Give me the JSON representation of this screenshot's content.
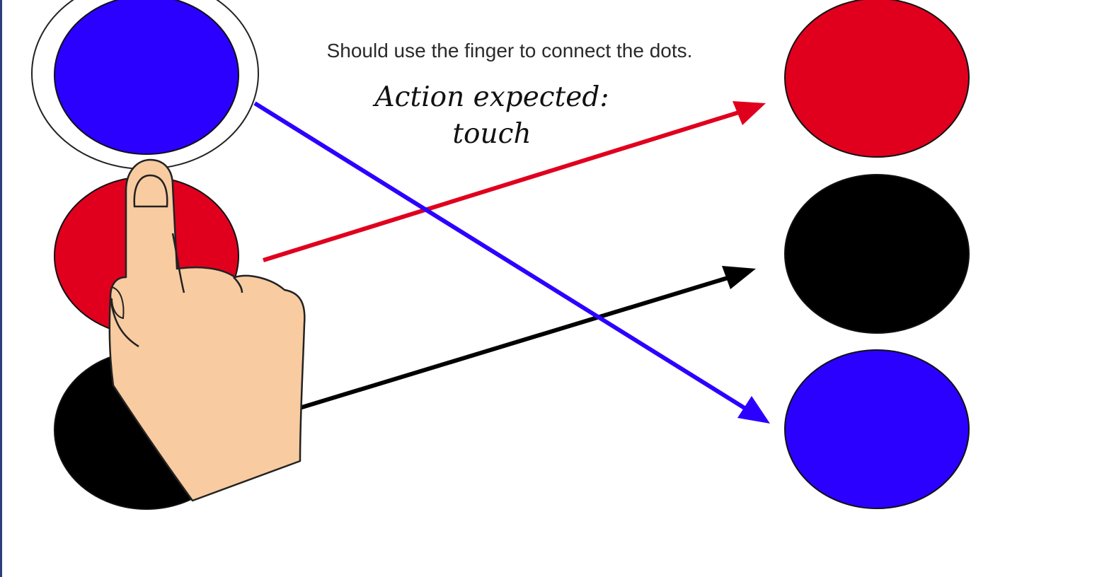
{
  "instruction": "Should use the finger to connect the dots.",
  "action": {
    "line1": "Action expected:",
    "line2": "touch"
  },
  "colors": {
    "blue": "#2c00ff",
    "red": "#e0001e",
    "black": "#000000",
    "skin": "#f8cba0",
    "outline": "#222222",
    "frame": "#2b3f7a"
  },
  "dots": {
    "left": [
      "blue",
      "red",
      "black"
    ],
    "right": [
      "red",
      "black",
      "blue"
    ]
  },
  "connections": [
    {
      "from": "left-red",
      "to": "right-red",
      "color": "red"
    },
    {
      "from": "left-black",
      "to": "right-black",
      "color": "black"
    },
    {
      "from": "left-blue",
      "to": "right-blue",
      "color": "blue"
    }
  ],
  "icons": {
    "hand": "pointing-hand-icon",
    "selection": "selection-ring-icon"
  }
}
